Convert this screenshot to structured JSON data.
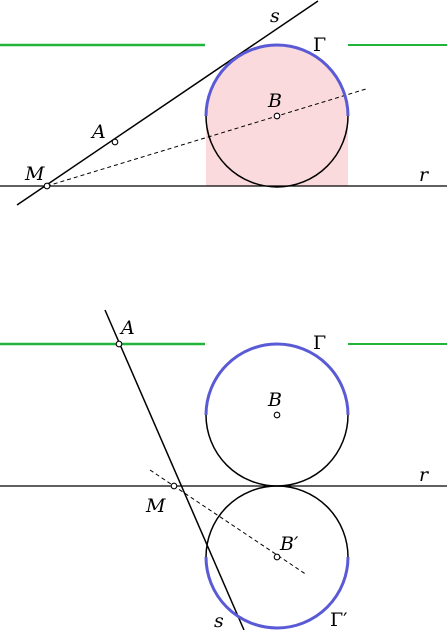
{
  "top": {
    "labels": {
      "s": "s",
      "gamma": "Γ",
      "b": "B",
      "a": "A",
      "m": "M",
      "r": "r"
    }
  },
  "bottom": {
    "labels": {
      "a": "A",
      "gamma": "Γ",
      "b": "B",
      "r": "r",
      "m": "M",
      "b_prime": "B′",
      "s": "s",
      "gamma_prime": "Γ′"
    }
  },
  "colors": {
    "green": "#22b33a",
    "arc_blue": "#5a5ad6",
    "fill_pink": "#fadadd",
    "line_black": "#000000"
  }
}
